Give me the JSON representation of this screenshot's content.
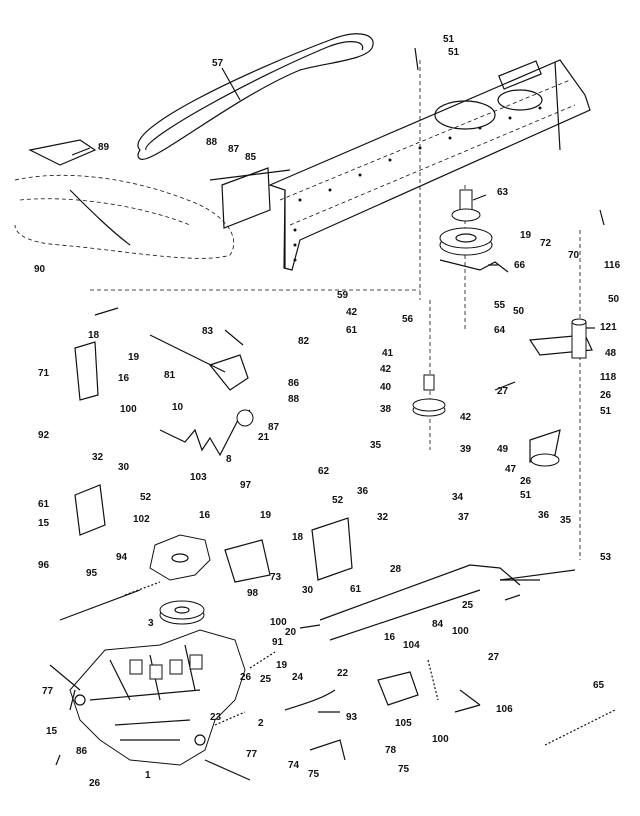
{
  "labels": {
    "p57": "57",
    "p51a": "51",
    "p51b": "51",
    "p89": "89",
    "p88": "88",
    "p87a": "87",
    "p85": "85",
    "p63": "63",
    "p19a": "19",
    "p72": "72",
    "p70": "70",
    "p116": "116",
    "p90": "90",
    "p66": "66",
    "p59": "59",
    "p42a": "42",
    "p61a": "61",
    "p56": "56",
    "p55": "55",
    "p64": "64",
    "p50a": "50",
    "p50b": "50",
    "p121": "121",
    "p18a": "18",
    "p19b": "19",
    "p71": "71",
    "p16a": "16",
    "p100a": "100",
    "p92": "92",
    "p83": "83",
    "p82": "82",
    "p81": "81",
    "p86": "86",
    "p88b": "88",
    "p87b": "87",
    "p10": "10",
    "p21": "21",
    "p8": "8",
    "p41": "41",
    "p42b": "42",
    "p40": "40",
    "p38": "38",
    "p42c": "42",
    "p39": "39",
    "p48": "48",
    "p27a": "27",
    "p118": "118",
    "p26a": "26",
    "p51c": "51",
    "p49": "49",
    "p47": "47",
    "p26b": "26",
    "p51d": "51",
    "p62": "62",
    "p35a": "35",
    "p36a": "36",
    "p32a": "32",
    "p30a": "30",
    "p61b": "61",
    "p52a": "52",
    "p15a": "15",
    "p103": "103",
    "p97": "97",
    "p102": "102",
    "p16b": "16",
    "p19c": "19",
    "p18b": "18",
    "p73": "73",
    "p52b": "52",
    "p32b": "32",
    "p34": "34",
    "p37": "37",
    "p94": "94",
    "p98": "98",
    "p30b": "30",
    "p61c": "61",
    "p36b": "36",
    "p35b": "35",
    "p53": "53",
    "p96": "96",
    "p95": "95",
    "p28": "28",
    "p25a": "25",
    "p3": "3",
    "p100b": "100",
    "p91": "91",
    "p20": "20",
    "p22": "22",
    "p16c": "16",
    "p84": "84",
    "p100c": "100",
    "p27b": "27",
    "p77a": "77",
    "p26c": "26",
    "p25b": "25",
    "p19d": "19",
    "p24": "24",
    "p104": "104",
    "p106": "106",
    "p65": "65",
    "p15b": "15",
    "p23": "23",
    "p2": "2",
    "p93": "93",
    "p105": "105",
    "p100d": "100",
    "p86b": "86",
    "p77b": "77",
    "p78": "78",
    "p74": "74",
    "p75a": "75",
    "p75b": "75",
    "p26d": "26",
    "p1": "1"
  }
}
